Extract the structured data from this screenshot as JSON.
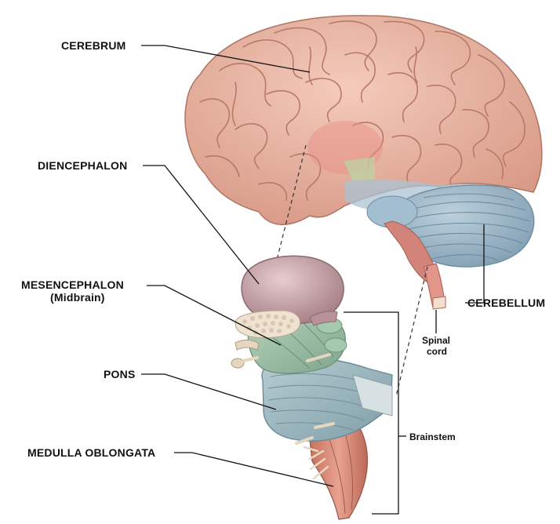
{
  "labels": {
    "cerebrum": "CEREBRUM",
    "diencephalon": "DIENCEPHALON",
    "mesencephalon": "MESENCEPHALON",
    "midbrain": "(Midbrain)",
    "pons": "PONS",
    "medulla": "MEDULLA OBLONGATA",
    "cerebellum": "CEREBELLUM",
    "spinal_line1": "Spinal",
    "spinal_line2": "cord",
    "brainstem": "Brainstem"
  },
  "colors": {
    "cerebrum": "#e9b7a4",
    "cerebrum_groove": "#b9786a",
    "diencephalon": "#c9a4a8",
    "midbrain": "#9cbfa5",
    "pons": "#9db7bf",
    "medulla": "#d98d7a",
    "cerebellum": "#9db7c9",
    "spinal": "#e3978a"
  }
}
